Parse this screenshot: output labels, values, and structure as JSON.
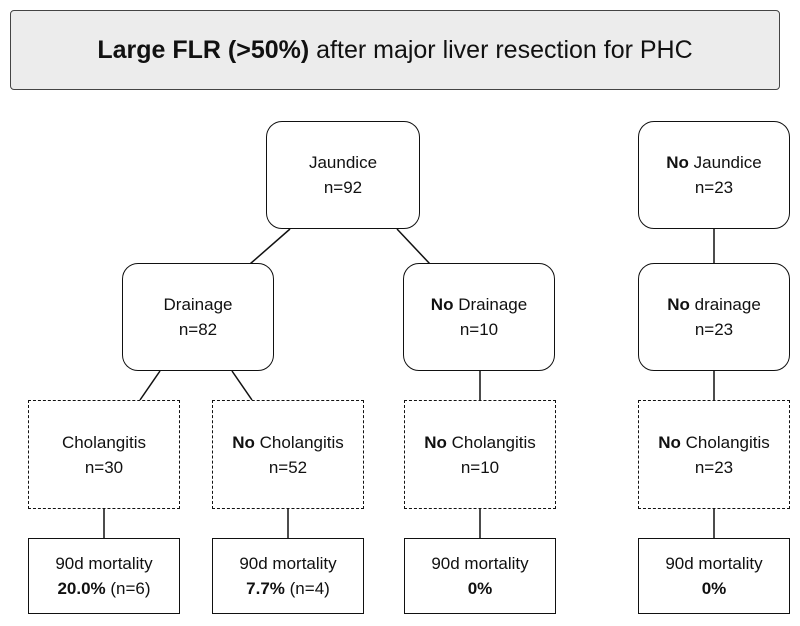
{
  "title": {
    "bold": "Large FLR (>50%)",
    "rest": " after major liver resection for PHC"
  },
  "nodes": {
    "jaundice": {
      "label": "Jaundice",
      "n": "n=92"
    },
    "drainage": {
      "label": "Drainage",
      "n": "n=82"
    },
    "no_drainage": {
      "bold": "No",
      "label": " Drainage",
      "n": "n=10"
    },
    "cholangitis": {
      "label": "Cholangitis",
      "n": "n=30"
    },
    "no_cholangitis_a": {
      "bold": "No",
      "label": " Cholangitis",
      "n": "n=52"
    },
    "no_cholangitis_b": {
      "bold": "No",
      "label": " Cholangitis",
      "n": "n=10"
    },
    "no_jaundice": {
      "bold": "No",
      "label": " Jaundice",
      "n": "n=23"
    },
    "no_drainage_2": {
      "bold": "No",
      "label": " drainage",
      "n": "n=23"
    },
    "no_cholangitis_c": {
      "bold": "No",
      "label": " Cholangitis",
      "n": "n=23"
    }
  },
  "outcomes": {
    "o1": {
      "label": "90d mortality",
      "value": "20.0%",
      "detail": " (n=6)"
    },
    "o2": {
      "label": "90d mortality",
      "value": "7.7%",
      "detail": " (n=4)"
    },
    "o3": {
      "label": "90d mortality",
      "value": "0%"
    },
    "o4": {
      "label": "90d mortality",
      "value": "0%"
    }
  }
}
